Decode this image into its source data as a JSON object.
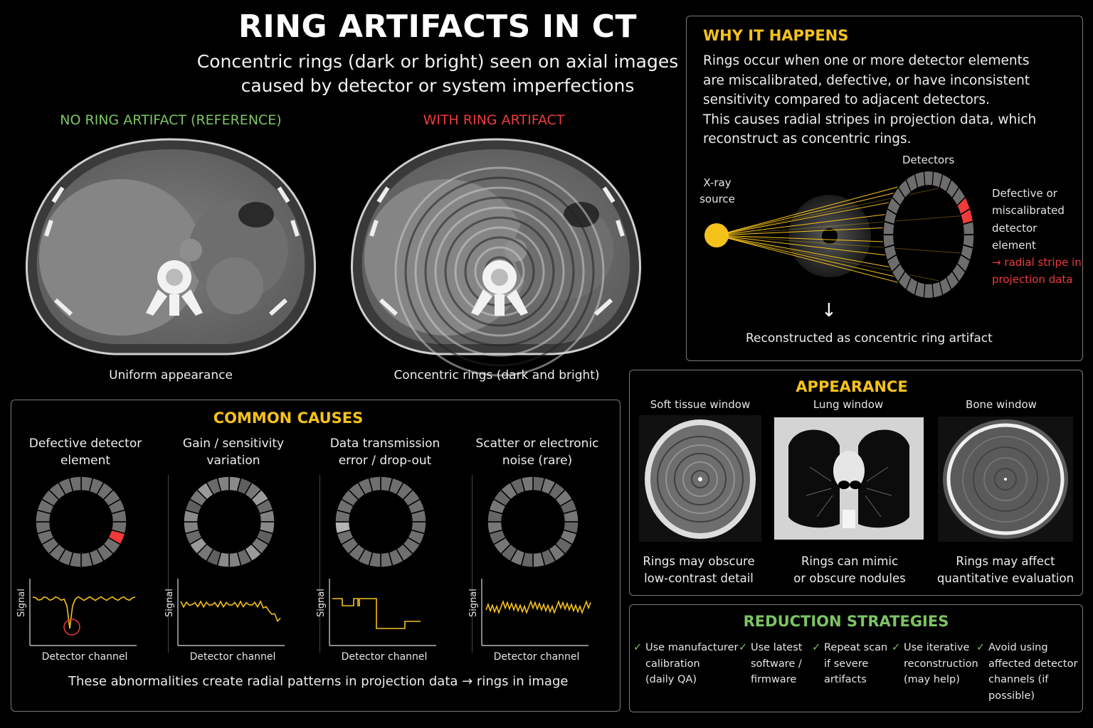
{
  "title": "RING ARTIFACTS IN CT",
  "subtitle_line1": "Concentric rings (dark or bright) seen on axial images",
  "subtitle_line2": "caused by detector or system imperfections",
  "comparison": {
    "left_heading": "NO RING ARTIFACT (REFERENCE)",
    "right_heading": "WITH RING ARTIFACT",
    "left_caption": "Uniform appearance",
    "right_caption": "Concentric rings (dark and bright)"
  },
  "why": {
    "heading": "WHY IT HAPPENS",
    "lines": [
      "Rings occur when one or more detector elements",
      "are miscalibrated, defective, or have inconsistent",
      "sensitivity compared to adjacent detectors.",
      "This causes radial stripes in projection data, which",
      "reconstruct as concentric rings."
    ],
    "detectors_label": "Detectors",
    "source_label_1": "X-ray",
    "source_label_2": "source",
    "defect_lines": [
      "Defective or",
      "miscalibrated",
      "detector",
      "element"
    ],
    "defect_red_1": "→ radial stripe in",
    "defect_red_2": "projection data",
    "arrow": "↓",
    "result": "Reconstructed as concentric ring artifact"
  },
  "causes": {
    "heading": "COMMON CAUSES",
    "items": [
      {
        "line1": "Defective detector",
        "line2": "element"
      },
      {
        "line1": "Gain / sensitivity",
        "line2": "variation"
      },
      {
        "line1": "Data transmission",
        "line2": "error / drop-out"
      },
      {
        "line1": "Scatter or electronic",
        "line2": "noise (rare)"
      }
    ],
    "y_label": "Signal",
    "x_label": "Detector channel",
    "footer": "These abnormalities create radial patterns in projection data → rings in image"
  },
  "appearance": {
    "heading": "APPEARANCE",
    "windows": [
      {
        "title": "Soft tissue window",
        "cap1": "Rings may obscure",
        "cap2": "low-contrast detail"
      },
      {
        "title": "Lung window",
        "cap1": "Rings can mimic",
        "cap2": "or obscure nodules"
      },
      {
        "title": "Bone window",
        "cap1": "Rings may affect",
        "cap2": "quantitative evaluation"
      }
    ]
  },
  "reduction": {
    "heading": "REDUCTION STRATEGIES",
    "check": "✓",
    "items": [
      [
        "Use manufacturer",
        "calibration",
        "(daily QA)"
      ],
      [
        "Use latest",
        "software /",
        "firmware"
      ],
      [
        "Repeat scan",
        "if severe",
        "artifacts"
      ],
      [
        "Use iterative",
        "reconstruction",
        "(may help)"
      ],
      [
        "Avoid using",
        "affected detector",
        "channels (if possible)"
      ]
    ]
  },
  "colors": {
    "green": "#7cc464",
    "red": "#ef3b3b",
    "yellow": "#f5c21c",
    "panel_border": "#7a7a7a"
  }
}
